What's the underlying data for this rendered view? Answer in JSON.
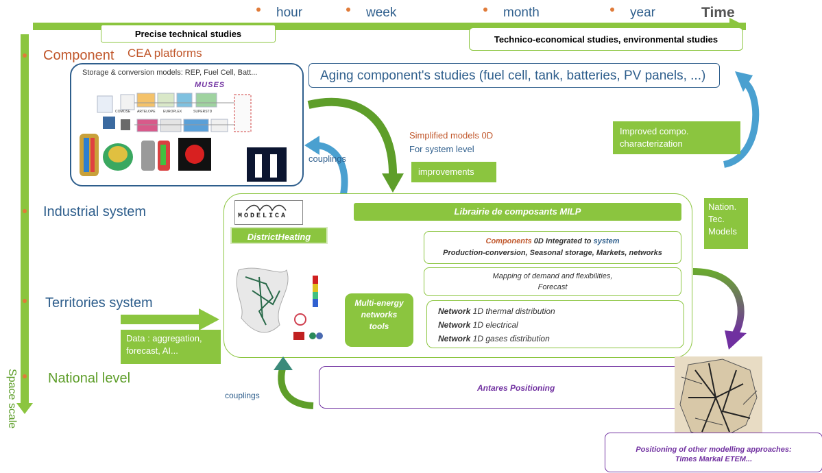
{
  "timeline": {
    "units": [
      "hour",
      "week",
      "month",
      "year"
    ],
    "axis_label": "Time",
    "studies_left": "Precise technical studies",
    "studies_right": "Technico-economical studies, environmental studies"
  },
  "space_axis": {
    "label": "Space scale",
    "levels": [
      "Component",
      "Industrial system",
      "Territories system",
      "National level"
    ]
  },
  "cea": {
    "title": "CEA platforms",
    "models_caption": "Storage & conversion models: REP, Fuel Cell, Batt...",
    "muses_logo": "MUSES",
    "mini_labels": [
      "COMOSE",
      "ARTELOPE",
      "EUROPLEX",
      "SUPERSTD"
    ]
  },
  "aging": "Aging component's studies (fuel cell, tank, batteries, PV panels, ...)",
  "improved": "Improved compo. characterization",
  "simplified": {
    "line1": "Simplified models 0D",
    "line2": "For system level"
  },
  "improvements": "improvements",
  "couplings_top": "couplings",
  "couplings_bottom": "couplings",
  "modelica": "MODELICA",
  "district_heating": "DistrictHeating",
  "milp": "Librairie de composants  MILP",
  "components": {
    "word1": "Components",
    "word2": " 0D Integrated to ",
    "word3": "system",
    "line2": "Production-conversion, Seasonal storage, Markets, networks"
  },
  "mapping": {
    "line1": "Mapping of demand and flexibilities,",
    "line2": "Forecast"
  },
  "multi_energy": "Multi-energy networks tools",
  "networks": [
    {
      "bold": "Network",
      "rest": " 1D thermal distribution"
    },
    {
      "bold": "Network",
      "rest": " 1D electrical"
    },
    {
      "bold": "Network",
      "rest": " 1D gases distribution"
    }
  ],
  "nation": {
    "line1": "Nation.",
    "line2": "Tec.",
    "line3": "Models"
  },
  "data_box": {
    "line1": "Data : aggregation,",
    "line2": "forecast, AI..."
  },
  "antares": "Antares Positioning",
  "positioning": {
    "line1": "Positioning of other modelling approaches:",
    "line2": "Times Markal ETEM..."
  },
  "colors": {
    "green": "#8bc53f",
    "dark_green": "#5e9e2a",
    "blue_text": "#2e5e8c",
    "orange": "#c0562a",
    "purple": "#7030a0"
  }
}
